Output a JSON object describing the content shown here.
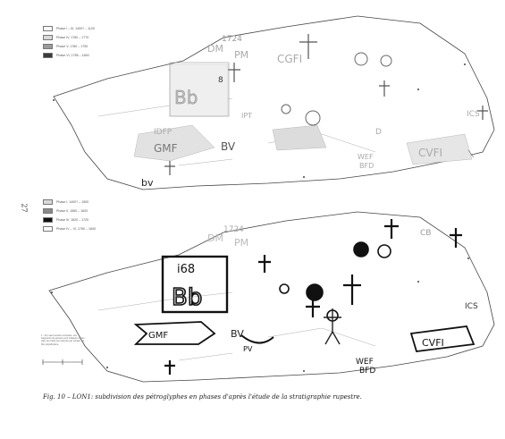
{
  "page_number": "27",
  "caption": "Fig. 10 – LON1: subdivision des pétroglyphes en phases d'après l'étude de la stratigraphie rupestre.",
  "top_panel": {
    "legend": [
      {
        "label": "Phase I – III, 1400? – 1120",
        "color": "#ffffff"
      },
      {
        "label": "Phase IV, 1760 – 1770",
        "color": "#d9d9d9"
      },
      {
        "label": "Phase V, 1780 – 1790",
        "color": "#9a9a9a"
      },
      {
        "label": "Phase VI, 1785 – 1840",
        "color": "#3a3a3a"
      }
    ],
    "engravings": [
      "DM",
      "PM",
      "1724",
      "8",
      "Bb",
      "IDFP",
      "GMF",
      "BV",
      "bv",
      "IPT",
      "CGFI",
      "CVFI",
      "WEF",
      "BFD",
      "ICS",
      "D"
    ]
  },
  "bottom_panel": {
    "legend": [
      {
        "label": "Phase I, 1400? – 1500",
        "color": "#d9d9d9"
      },
      {
        "label": "Phase II, 1560 – 1620",
        "color": "#8a8a8a"
      },
      {
        "label": "Phase III, 1620 – 1720",
        "color": "#111111"
      },
      {
        "label": "Phase IV – VI, 1760 – 1840",
        "color": "#ffffff"
      }
    ],
    "engravings": [
      "DM",
      "PM",
      "1724",
      "i68",
      "Bb",
      "GMF",
      "BV",
      "CVFI",
      "WEF",
      "BFD",
      "ICS",
      "CB",
      "PV"
    ],
    "scale_note": "1 : 20 | sauf mention contraire. Les fragments de gravure sont indiqués en ton clair; les traits sont relevés par contact sur film polyéthylène."
  }
}
